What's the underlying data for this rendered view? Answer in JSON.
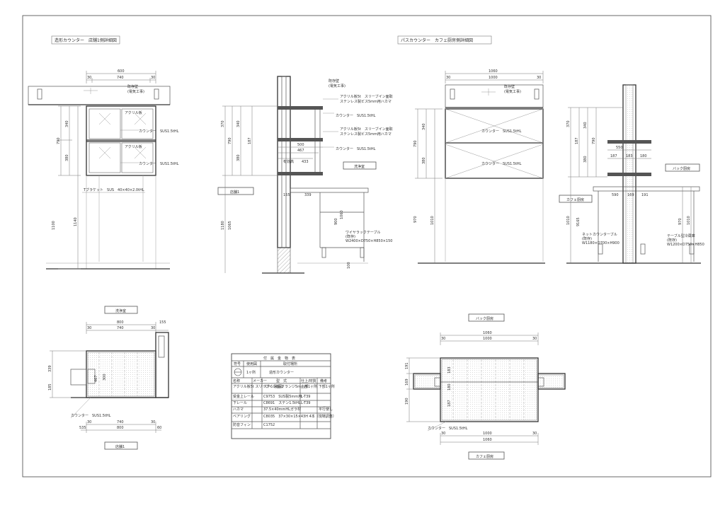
{
  "titles": {
    "left_section": "造形カウンター　店舗1側詳細図",
    "right_section": "パスカウンター　カフェ厨房側詳細図"
  },
  "left_elev": {
    "dims_top": [
      "600",
      "30",
      "740",
      "30"
    ],
    "dims_side": [
      "790",
      "340",
      "380",
      "1100",
      "1140"
    ],
    "labels": [
      "既存壁",
      "(電気工事)",
      "アクリル板",
      "カウンター　SUS1.5tHL",
      "アクリル板",
      "カウンター　SUS1.5tHL",
      "Tブラケット　SUS　40×40×2.0tHL"
    ]
  },
  "left_sect": {
    "dims": [
      "370",
      "340",
      "380",
      "790",
      "187",
      "1180",
      "1065",
      "500",
      "467",
      "433",
      "155",
      "339",
      "1060",
      "900",
      "100"
    ],
    "labels": [
      "既存壁",
      "(電気工事)",
      "アクリル板5t　スリーブイン面取",
      "ステンレス製ビス5mm用ハカマ",
      "カウンター　SUS1.5tHL",
      "アクリル板5t　スリーブイン面取",
      "ステンレス製ビス5mm用ハカマ",
      "カウンター　SUS1.5tHL",
      "有効高",
      "洗浄室",
      "店舗1",
      "ワイヤラックテーブル",
      "(既存)",
      "W2400×D750×H850×150"
    ]
  },
  "right_elev": {
    "dims_top": [
      "1060",
      "30",
      "1000",
      "30"
    ],
    "dims_side": [
      "790",
      "340",
      "380",
      "970",
      "1010"
    ],
    "labels": [
      "既存壁",
      "(電気工事)",
      "カウンター　SUS1.5tHL",
      "カウンター　SUS1.5tHL"
    ]
  },
  "right_sect": {
    "dims": [
      "370",
      "340",
      "380",
      "187",
      "790",
      "550",
      "187",
      "183",
      "180",
      "590",
      "169",
      "191",
      "1010",
      "9165",
      "970",
      "1010"
    ],
    "labels": [
      "バック厨房",
      "カフェ厨房",
      "ネットカウンターブル",
      "(既存)",
      "W1180×D700×H900",
      "テーブル型冷蔵庫",
      "(既存)",
      "W1200×D750×H850"
    ]
  },
  "left_plan": {
    "caption": "洗浄室",
    "dims_top": [
      "800",
      "30",
      "740",
      "30",
      "155"
    ],
    "dims_side": [
      "339",
      "185",
      "467",
      "300"
    ],
    "dims_bottom": [
      "30",
      "740",
      "30",
      "535",
      "800",
      "60"
    ],
    "labels": [
      "カウンター　SUS1.5tHL"
    ],
    "bottom_caption": "店舗1"
  },
  "right_plan": {
    "caption": "バック厨房",
    "dims_top": [
      "1060",
      "30",
      "1000",
      "30"
    ],
    "dims_side": [
      "191",
      "169",
      "190",
      "183",
      "180",
      "187"
    ],
    "dims_bottom": [
      "30",
      "1000",
      "30",
      "1060"
    ],
    "labels": [
      "カウンター　SUS1.5tHL"
    ],
    "bottom_caption": "カフェ厨房"
  },
  "schedule": {
    "title": "付　属　金　物　表",
    "head": [
      "符号",
      "使用図",
      "取付場所"
    ],
    "row_sym": [
      "",
      "1ヶ所",
      "造形カウンター"
    ],
    "col_head": [
      "名称",
      "メーカー",
      "型　式",
      "仕上/材質",
      "備考"
    ],
    "rows": [
      [
        "アクリル板5t スリーブイン面取",
        "",
        "ステン製品フランジ5mm用",
        "上部1ヶ所 下部1ヶ所",
        ""
      ],
      [
        "受金上レール",
        "",
        "C9753　SUS製5mm用",
        "L-T39",
        ""
      ],
      [
        "下レール",
        "",
        "C8691　ステン1.5tHL",
        "L-T39",
        ""
      ],
      [
        "ハカマ",
        "",
        "37.5×40mmHLガラ材",
        "",
        "平行使し"
      ],
      [
        "ベアリング",
        "",
        "C8035　37×30×15×43H 4本（現場調整）",
        "",
        ""
      ],
      [
        "防音フィン",
        "",
        "C1752",
        "",
        ""
      ]
    ]
  }
}
